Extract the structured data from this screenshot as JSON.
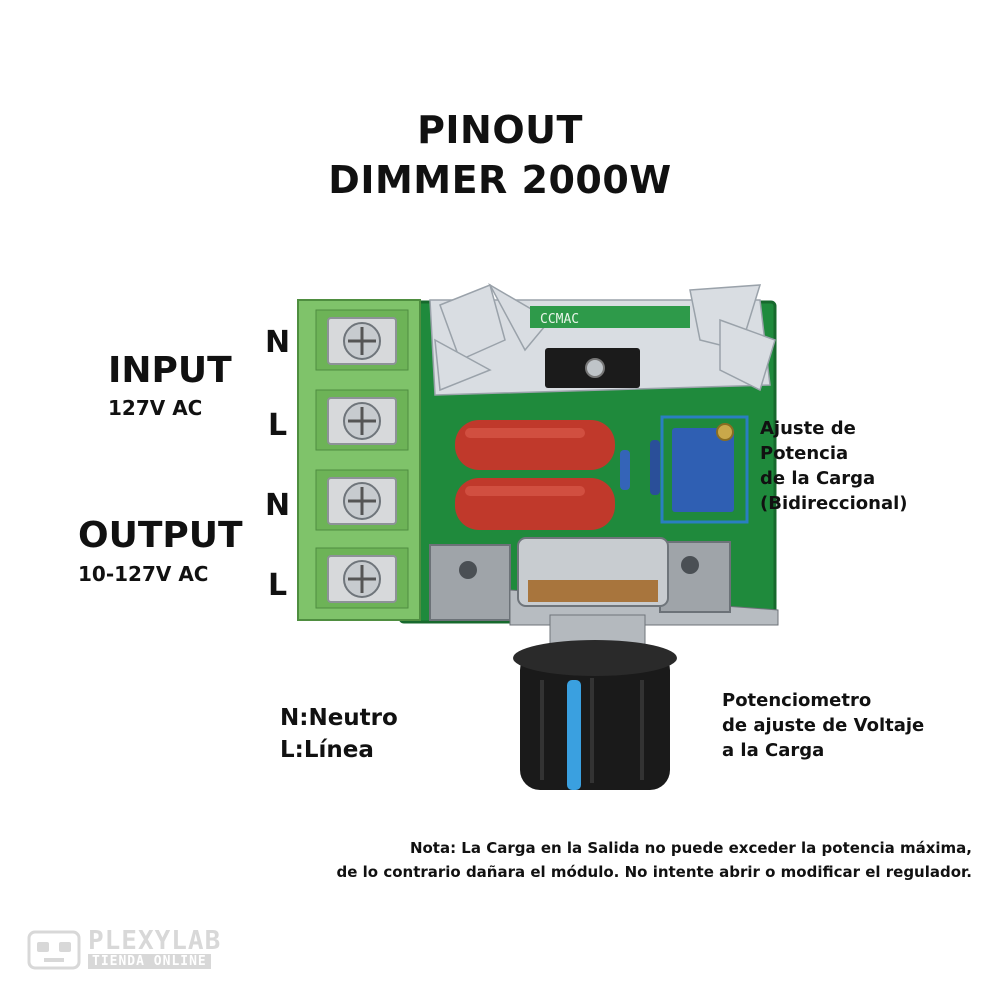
{
  "title": {
    "line1": "PINOUT",
    "line2": "DIMMER 2000W"
  },
  "input": {
    "label": "INPUT",
    "voltage": "127V AC"
  },
  "output": {
    "label": "OUTPUT",
    "voltage": "10-127V AC"
  },
  "pins": [
    "N",
    "L",
    "N",
    "L"
  ],
  "pcb": {
    "marking": "CCMAC"
  },
  "trimmer_callout": [
    "Ajuste de",
    "Potencia",
    "de la Carga",
    "(Bidireccional)"
  ],
  "pot_callout": [
    "Potenciometro",
    "de ajuste de Voltaje",
    "a la Carga"
  ],
  "legend": [
    "N:Neutro",
    "L:Línea"
  ],
  "note": [
    "Nota: La Carga en la Salida no puede exceder la potencia máxima,",
    "de lo contrario dañara el módulo. No intente abrir o modificar el regulador."
  ],
  "watermark": {
    "brand": "PLEXYLAB",
    "tagline": "TIENDA ONLINE"
  },
  "colors": {
    "pcb": "#1f8a3c",
    "terminal": "#7fc36a",
    "capacitor": "#c0392b",
    "trimmer": "#2f5fb3",
    "highlight": "#2a7fc1",
    "knob": "#1a1a1a",
    "knob_indicator": "#3aa0e0"
  }
}
